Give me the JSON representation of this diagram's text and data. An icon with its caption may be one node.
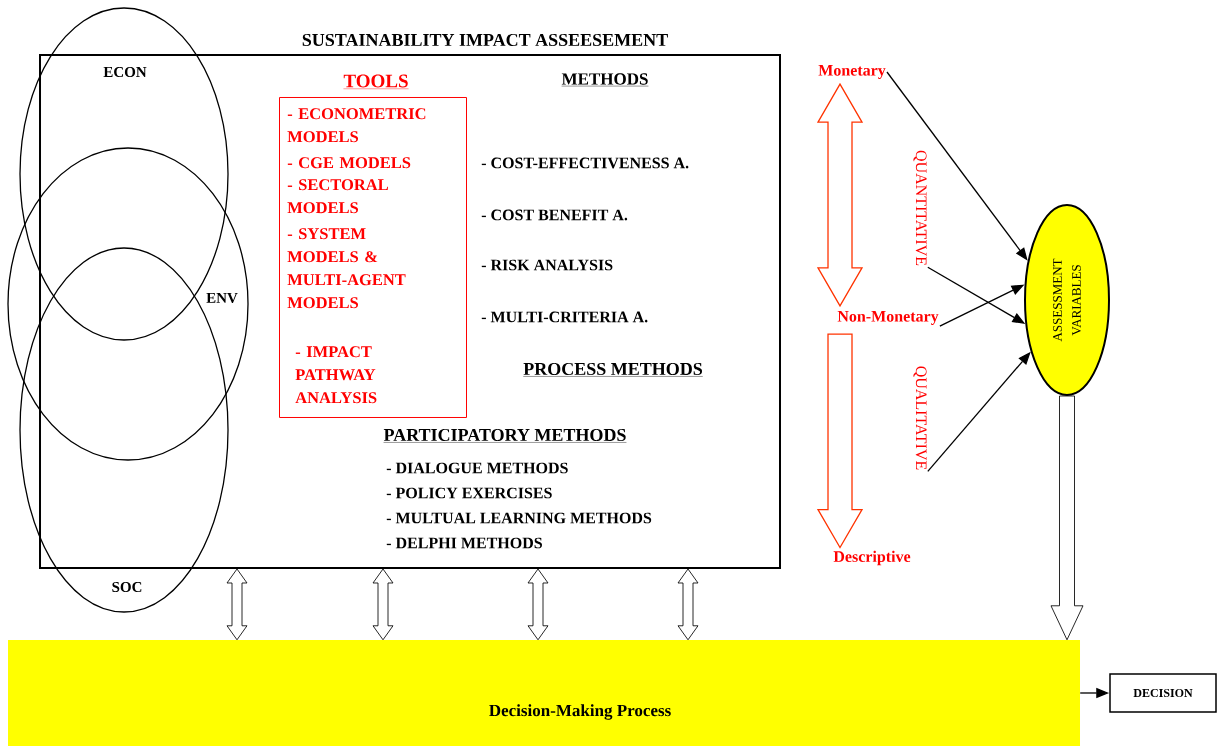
{
  "diagram": {
    "nodes": [
      {
        "text": [
          "SUSTAINABILITY IMPACT ASSEESEMENT",
          "METHODS",
          "- COST-EFFECTIVENESS A.",
          "- COST BENEFIT A.",
          "- RISK ANALYSIS",
          "- MULTI-CRITERIA A.",
          "PROCESS METHODS",
          "PARTICIPATORY METHODS",
          "- DIALOGUE METHODS",
          "- POLICY EXERCISES",
          "- MULTUAL LEARNING METHODS",
          "- DELPHI METHODS"
        ]
      },
      {
        "text": [
          "ECON"
        ]
      },
      {
        "text": [
          "ENV"
        ]
      },
      {
        "text": [
          "SOC"
        ]
      },
      {
        "text": [
          "TOOLS",
          "- ECONOMETRIC MODELS",
          "- CGE MODELS",
          "- SECTORAL MODELS",
          "- SYSTEM MODELS & MULTI-AGENT MODELS",
          "- IMPACT PATHWAY ANALYSIS"
        ],
        "in": 0
      },
      {
        "text": [
          "Monetary"
        ]
      },
      {
        "text": [
          "QUANTITATIVE"
        ]
      },
      {
        "text": [
          "Non-Monetary"
        ]
      },
      {
        "text": [
          "QUALITATIVE"
        ]
      },
      {
        "text": [
          "Descriptive"
        ]
      },
      {
        "text": [
          "ASSESSMENT VARIABLES"
        ]
      },
      {
        "text": [
          "Decision-Making Process"
        ]
      },
      {
        "text": [
          "DECISION"
        ]
      }
    ],
    "edges": [
      {
        "from": 7,
        "to": 5,
        "arrow": "both",
        "color": "#ff3300"
      },
      {
        "from": 7,
        "to": 9,
        "arrow": "to",
        "color": "#ff3300"
      },
      {
        "from": 5,
        "to": 10,
        "arrow": "to"
      },
      {
        "from": 6,
        "to": 10,
        "arrow": "to"
      },
      {
        "from": 7,
        "to": 10,
        "arrow": "to"
      },
      {
        "from": 8,
        "to": 10,
        "arrow": "to"
      },
      {
        "from": 0,
        "to": 11,
        "arrow": "both"
      },
      {
        "from": 0,
        "to": 11,
        "arrow": "both"
      },
      {
        "from": 0,
        "to": 11,
        "arrow": "both"
      },
      {
        "from": 0,
        "to": 11,
        "arrow": "both"
      },
      {
        "from": 10,
        "to": 11,
        "arrow": "to"
      },
      {
        "from": 11,
        "to": 12,
        "arrow": "to"
      }
    ]
  }
}
